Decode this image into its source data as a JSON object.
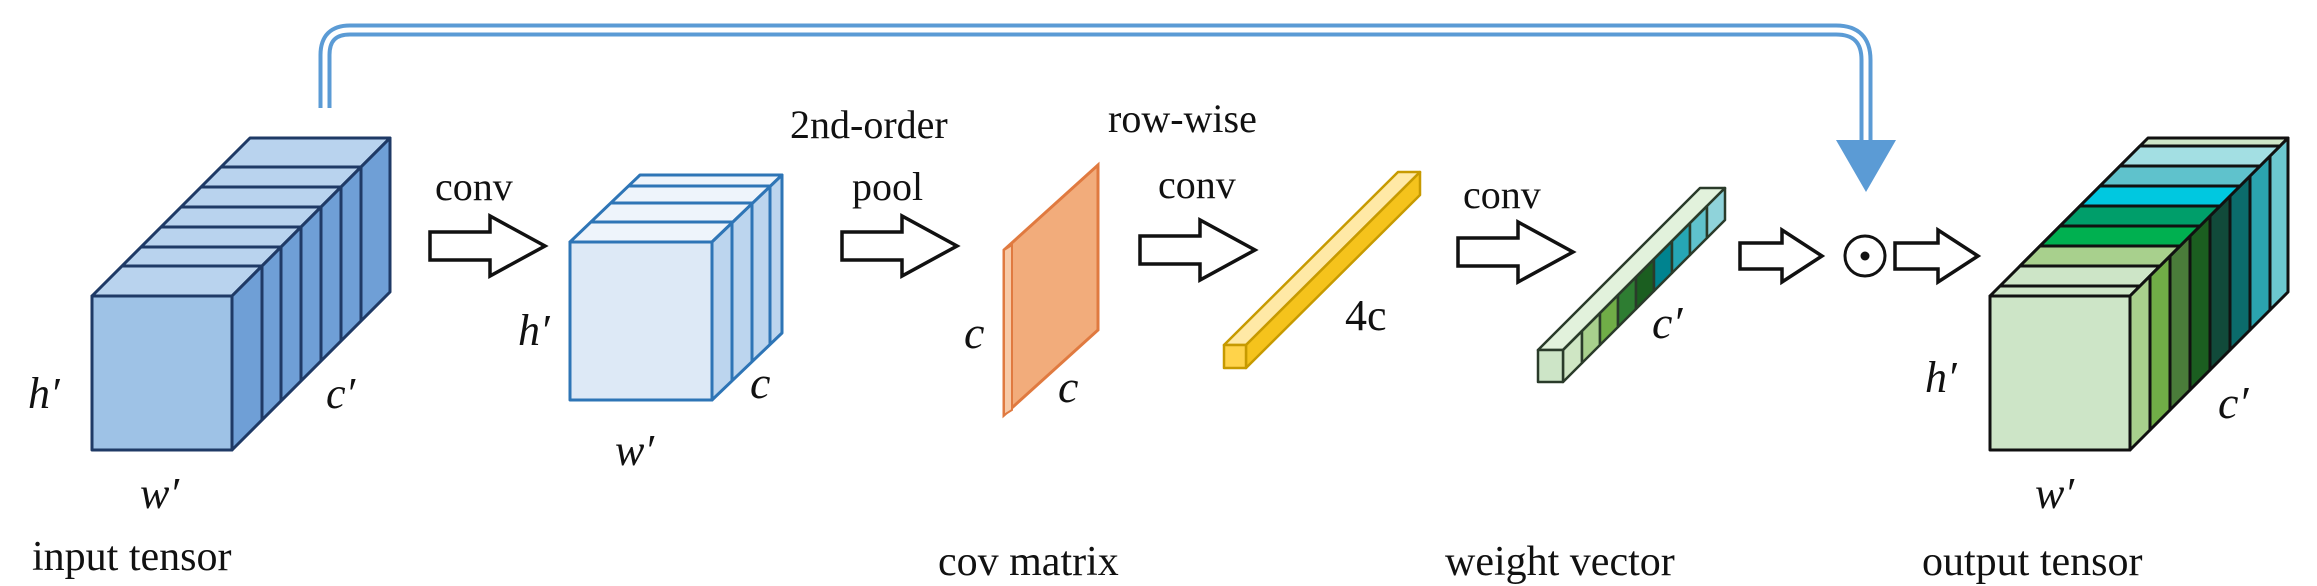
{
  "stages": {
    "input": {
      "caption": "input tensor",
      "h": "h′",
      "w": "w′",
      "c": "c′"
    },
    "conv_out": {
      "h": "h′",
      "w": "w′",
      "c": "c"
    },
    "cov": {
      "caption": "cov matrix",
      "rows": "c",
      "cols": "c"
    },
    "rowconv": {
      "size": "4c"
    },
    "weight": {
      "caption": "weight vector",
      "c": "c′"
    },
    "output": {
      "caption": "output tensor",
      "h": "h′",
      "w": "w′",
      "c": "c′"
    }
  },
  "ops": {
    "conv1": "conv",
    "pool_line1": "2nd-order",
    "pool_line2": "pool",
    "rowwise_line1": "row-wise",
    "rowwise_line2": "conv",
    "conv2": "conv",
    "multiply": "⊙"
  },
  "colors": {
    "input_fill": "#9ec2e6",
    "input_stroke": "#1f3a66",
    "conv_fill": "#dde9f6",
    "conv_stroke": "#2e75b6",
    "cov_fill": "#f2ac7b",
    "cov_stroke": "#e07a40",
    "bar_fill": "#ffd34a",
    "bar_stroke": "#c79a00",
    "output_fill": "#cde5c7",
    "skip_arrow": "#5b9bd5"
  }
}
